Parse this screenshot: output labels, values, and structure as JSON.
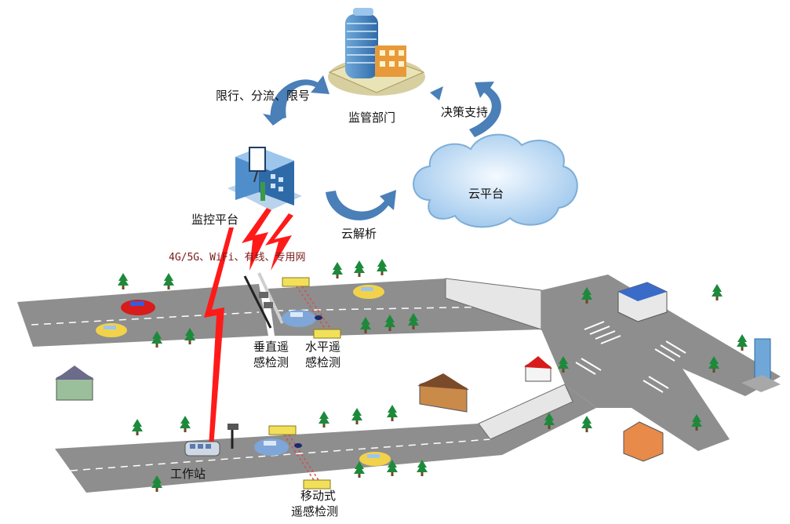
{
  "nodes": {
    "regulator": "监管部门",
    "cloud": "云平台",
    "monitor_platform": "监控平台",
    "workstation": "工作站"
  },
  "flows": {
    "restrict": "限行、分流、限号",
    "decision": "决策支持",
    "cloud_parse": "云解析"
  },
  "network": "4G/5G、WiFi、有线、专用网",
  "detectors": {
    "vertical_l1": "垂直遥",
    "vertical_l2": "感检测",
    "horizontal_l1": "水平遥",
    "horizontal_l2": "感检测",
    "mobile_l1": "移动式",
    "mobile_l2": "遥感检测"
  },
  "colors": {
    "road": "#8c8c8c",
    "road_edge": "#6b6b6b",
    "signal": "#ff1a1a",
    "arrow": "#4a7fb8",
    "tree": "#1c8a3a",
    "cloud": "#cfe4f7",
    "detector": "#f2e05a"
  }
}
